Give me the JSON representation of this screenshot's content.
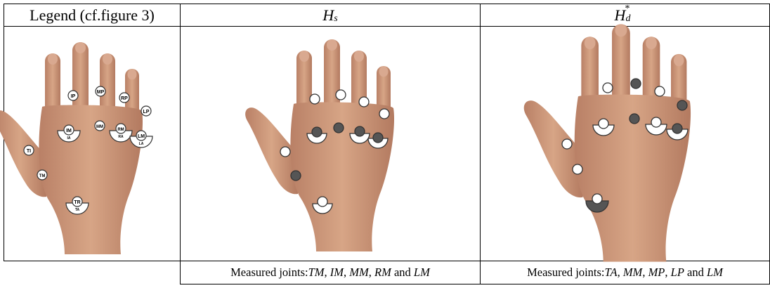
{
  "table": {
    "headers": {
      "legend": "Legend (cf.figure 3)",
      "col2": {
        "base": "H",
        "sub": "s"
      },
      "col3": {
        "base": "H",
        "sub": "d",
        "sup": "*"
      }
    },
    "legend_labels": {
      "IP": "IP",
      "MP": "MP",
      "RP": "RP",
      "LP": "LP",
      "IM": "IM",
      "MM": "MM",
      "RM": "RM",
      "LM": "LM",
      "IA": "IA",
      "RA": "RA",
      "LA": "LA",
      "TI": "TI",
      "TM": "TM",
      "TR": "TR",
      "TA": "TA"
    },
    "captions": {
      "col2": {
        "prefix": "Measured joints: ",
        "j1": "TM",
        "j2": "IM",
        "j3": "MM",
        "j4": "RM",
        "and": " and ",
        "j5": "LM"
      },
      "col3": {
        "prefix": "Measured joints: ",
        "j1": "TA",
        "j2": "MM",
        "j3": "MP",
        "j4": "LP",
        "and": " and ",
        "j5": "LM"
      }
    }
  },
  "colors": {
    "skin": "#c79274",
    "skin_shadow": "#a9735a",
    "measured": "#555555",
    "unmeasured": "#ffffff"
  }
}
